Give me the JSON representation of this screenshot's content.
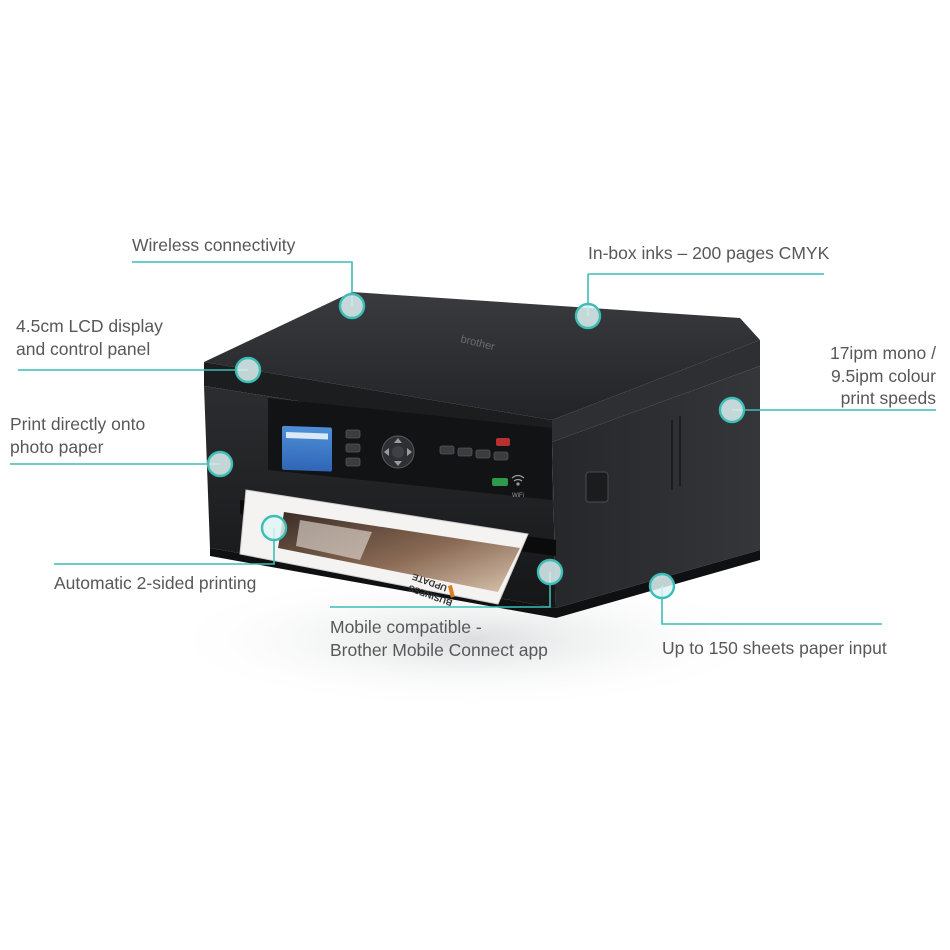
{
  "features": {
    "wireless": "Wireless connectivity",
    "inks": "In-box inks – 200 pages CMYK",
    "lcd": {
      "line1": "4.5cm LCD display",
      "line2": "and control panel"
    },
    "speed": {
      "line1": "17ipm mono /",
      "line2": "9.5ipm colour",
      "line3": "print speeds"
    },
    "photo": {
      "line1": "Print directly onto",
      "line2": "photo paper"
    },
    "duplex": "Automatic 2-sided printing",
    "mobile": {
      "line1": "Mobile compatible -",
      "line2": "Brother Mobile Connect app"
    },
    "paper_input": "Up to 150 sheets paper input"
  },
  "printer": {
    "brand": "brother",
    "wifi_label": "WiFi",
    "document_text": {
      "line1": "BUSINESS",
      "line2": "UPDATE"
    }
  },
  "colors": {
    "accent": "#3cbdb6",
    "text": "#585858",
    "printer_body": "#2a2b2d"
  },
  "icons": [
    "callout-dot-icon",
    "wifi-icon",
    "navigation-pad-icon"
  ]
}
